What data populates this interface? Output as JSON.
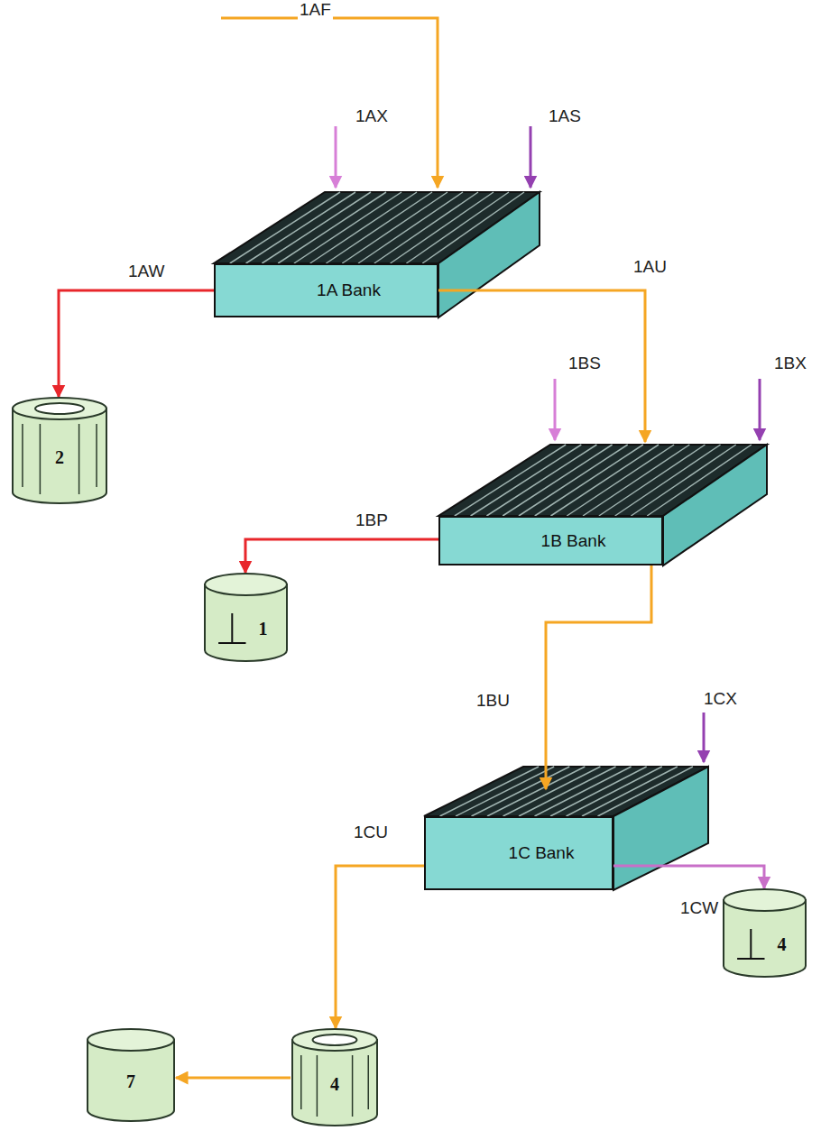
{
  "diagram": {
    "nodes": [
      {
        "text": [
          "1A Bank"
        ]
      },
      {
        "text": [
          "2"
        ]
      },
      {
        "text": [
          "1B Bank"
        ]
      },
      {
        "text": [
          "1"
        ]
      },
      {
        "text": [
          "1C Bank"
        ]
      },
      {
        "text": [
          "4"
        ]
      },
      {
        "text": [
          "7"
        ]
      },
      {
        "text": [
          "4"
        ]
      }
    ],
    "edges": [
      {
        "from": 0,
        "to": 1,
        "label": "1AW",
        "arrow": "to"
      },
      {
        "from": 0,
        "to": 2,
        "label": "1AU",
        "arrow": "to"
      },
      {
        "from": 2,
        "to": 3,
        "label": "1BP",
        "arrow": "to"
      },
      {
        "from": 2,
        "to": 4,
        "label": "1BU",
        "arrow": "to"
      },
      {
        "from": 4,
        "to": 5,
        "label": "1CW",
        "arrow": "to"
      },
      {
        "from": 4,
        "to": 7,
        "label": "1CU",
        "arrow": "to"
      },
      {
        "from": 7,
        "to": 6,
        "arrow": "to"
      }
    ],
    "labels": [
      "1AF",
      "1AX",
      "1AS",
      "1BS",
      "1BX",
      "1CX"
    ]
  }
}
